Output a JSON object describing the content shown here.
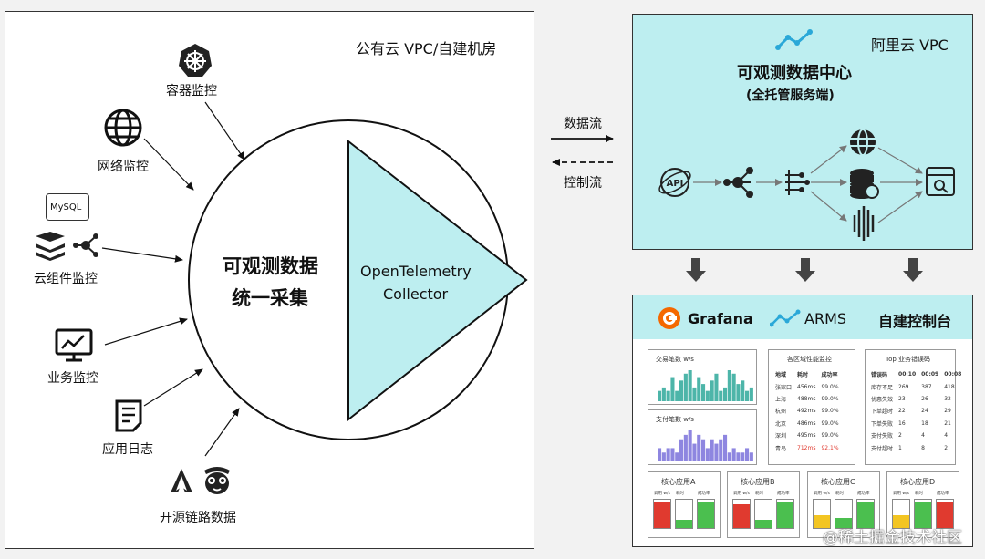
{
  "left_panel": {
    "title": "公有云 VPC/自建机房",
    "sources": [
      {
        "name": "container",
        "label": "容器监控",
        "icon": "kubernetes-icon"
      },
      {
        "name": "network",
        "label": "网络监控",
        "icon": "globe-icon"
      },
      {
        "name": "cloud",
        "label": "云组件监控",
        "icon": "mysql-icon",
        "badge": "MySQL"
      },
      {
        "name": "business",
        "label": "业务监控",
        "icon": "monitor-chart-icon"
      },
      {
        "name": "logs",
        "label": "应用日志",
        "icon": "log-file-icon"
      },
      {
        "name": "trace",
        "label": "开源链路数据",
        "icon": "jaeger-icon"
      }
    ],
    "circle_text": [
      "可观测数据",
      "统一采集"
    ],
    "collector_text": [
      "OpenTelemetry",
      "Collector"
    ]
  },
  "flows": {
    "data": "数据流",
    "control": "控制流"
  },
  "aliyun": {
    "vpc_label": "阿里云 VPC",
    "title": "可观测数据中心",
    "subtitle": "(全托管服务端)",
    "api_label": "API"
  },
  "bottom_panel": {
    "products": [
      {
        "name": "Grafana",
        "icon": "grafana-icon"
      },
      {
        "name": "ARMS",
        "icon": "arms-icon"
      },
      {
        "name": "自建控制台",
        "icon": ""
      }
    ],
    "card1": {
      "title": "交易笔数 w/s",
      "values": [
        3,
        4,
        3,
        7,
        3,
        6,
        8,
        9,
        4,
        7,
        5,
        3,
        6,
        8,
        3,
        4,
        9,
        8,
        5,
        6,
        3,
        4
      ]
    },
    "card2": {
      "title": "支付笔数 w/s",
      "values": [
        3,
        2,
        3,
        3,
        2,
        5,
        6,
        7,
        4,
        6,
        5,
        3,
        5,
        4,
        5,
        6,
        2,
        3,
        2,
        2,
        3,
        2
      ]
    },
    "region_table": {
      "title": "各区域性能监控",
      "headers": [
        "地域",
        "耗时",
        "成功率"
      ],
      "rows": [
        [
          "张家口",
          "456ms",
          "99.0%"
        ],
        [
          "上海",
          "488ms",
          "99.0%"
        ],
        [
          "杭州",
          "492ms",
          "99.0%"
        ],
        [
          "北京",
          "486ms",
          "99.0%"
        ],
        [
          "深圳",
          "495ms",
          "99.0%"
        ],
        [
          "青岛",
          "712ms",
          "92.1%"
        ]
      ]
    },
    "error_table": {
      "title": "Top 业务错误码",
      "headers": [
        "错误码",
        "00:10",
        "00:09",
        "00:08"
      ],
      "rows": [
        [
          "库存不足",
          "269",
          "387",
          "418"
        ],
        [
          "优惠失效",
          "23",
          "26",
          "32"
        ],
        [
          "下单超时",
          "22",
          "24",
          "29"
        ],
        [
          "下单失败",
          "16",
          "18",
          "21"
        ],
        [
          "支付失败",
          "2",
          "4",
          "4"
        ],
        [
          "支付超时",
          "1",
          "8",
          "2"
        ]
      ]
    },
    "apps": [
      {
        "name": "核心应用A",
        "headers": [
          "调用 w/s",
          "耗时",
          "成功率"
        ],
        "fills": [
          0.95,
          0.3,
          0.9
        ],
        "colors": [
          "#e03a2f",
          "#4bbf4f",
          "#4bbf4f"
        ]
      },
      {
        "name": "核心应用B",
        "headers": [
          "调用 w/s",
          "耗时",
          "成功率"
        ],
        "fills": [
          0.85,
          0.3,
          0.95
        ],
        "colors": [
          "#e03a2f",
          "#4bbf4f",
          "#4bbf4f"
        ]
      },
      {
        "name": "核心应用C",
        "headers": [
          "调用 w/s",
          "耗时",
          "成功率"
        ],
        "fills": [
          0.45,
          0.35,
          0.9
        ],
        "colors": [
          "#f3c522",
          "#4bbf4f",
          "#4bbf4f"
        ]
      },
      {
        "name": "核心应用D",
        "headers": [
          "调用 w/s",
          "耗时",
          "成功率"
        ],
        "fills": [
          0.45,
          0.9,
          0.95
        ],
        "colors": [
          "#f3c522",
          "#4bbf4f",
          "#e03a2f"
        ]
      }
    ]
  },
  "watermark": "@稀土掘金技术社区"
}
